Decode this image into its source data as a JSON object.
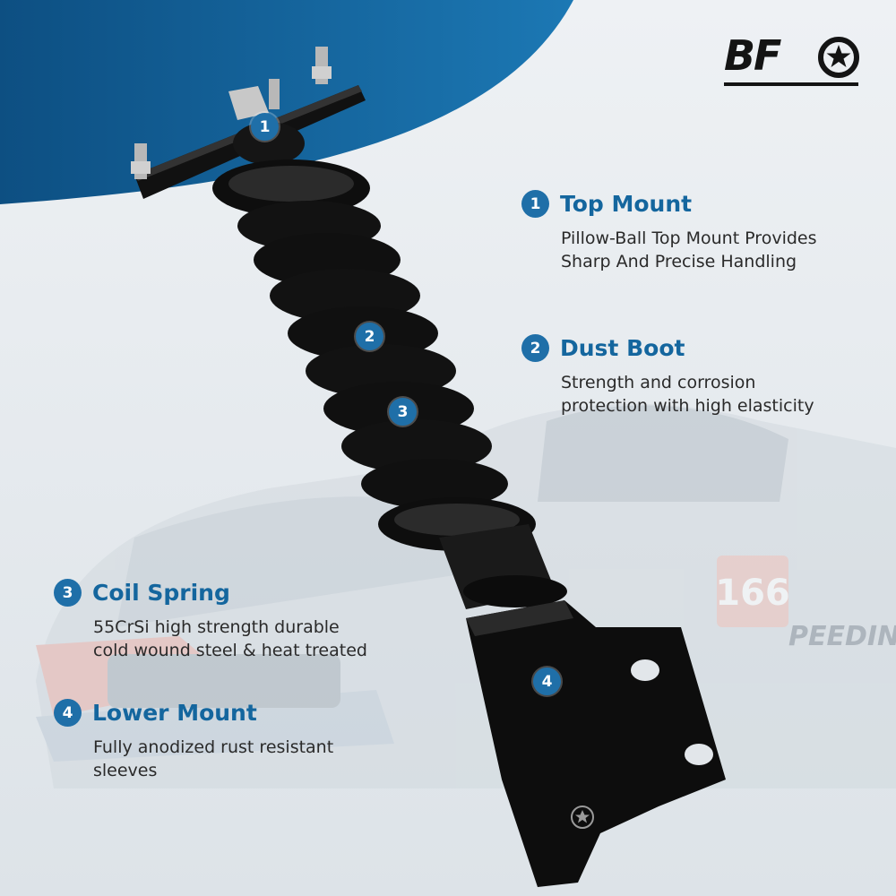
{
  "brand": {
    "logo_text": "BF"
  },
  "features": [
    {
      "number": "1",
      "title": "Top Mount",
      "description_lines": [
        "Pillow-Ball Top Mount Provides",
        "Sharp And Precise Handling"
      ]
    },
    {
      "number": "2",
      "title": "Dust Boot",
      "description_lines": [
        "Strength and corrosion",
        "protection with high elasticity"
      ]
    },
    {
      "number": "3",
      "title": "Coil Spring",
      "description_lines": [
        "55CrSi high strength durable",
        "cold wound steel & heat treated"
      ]
    },
    {
      "number": "4",
      "title": "Lower Mount",
      "description_lines": [
        "Fully anodized rust resistant",
        "sleeves"
      ]
    }
  ],
  "markers": [
    "1",
    "2",
    "3",
    "4"
  ],
  "background": {
    "car_number": "166",
    "car_text": "PEEDINGRO"
  },
  "colors": {
    "accent": "#1f6fa8",
    "title": "#14669e",
    "banner": "#11598e",
    "body_text": "#2a2a2a"
  }
}
